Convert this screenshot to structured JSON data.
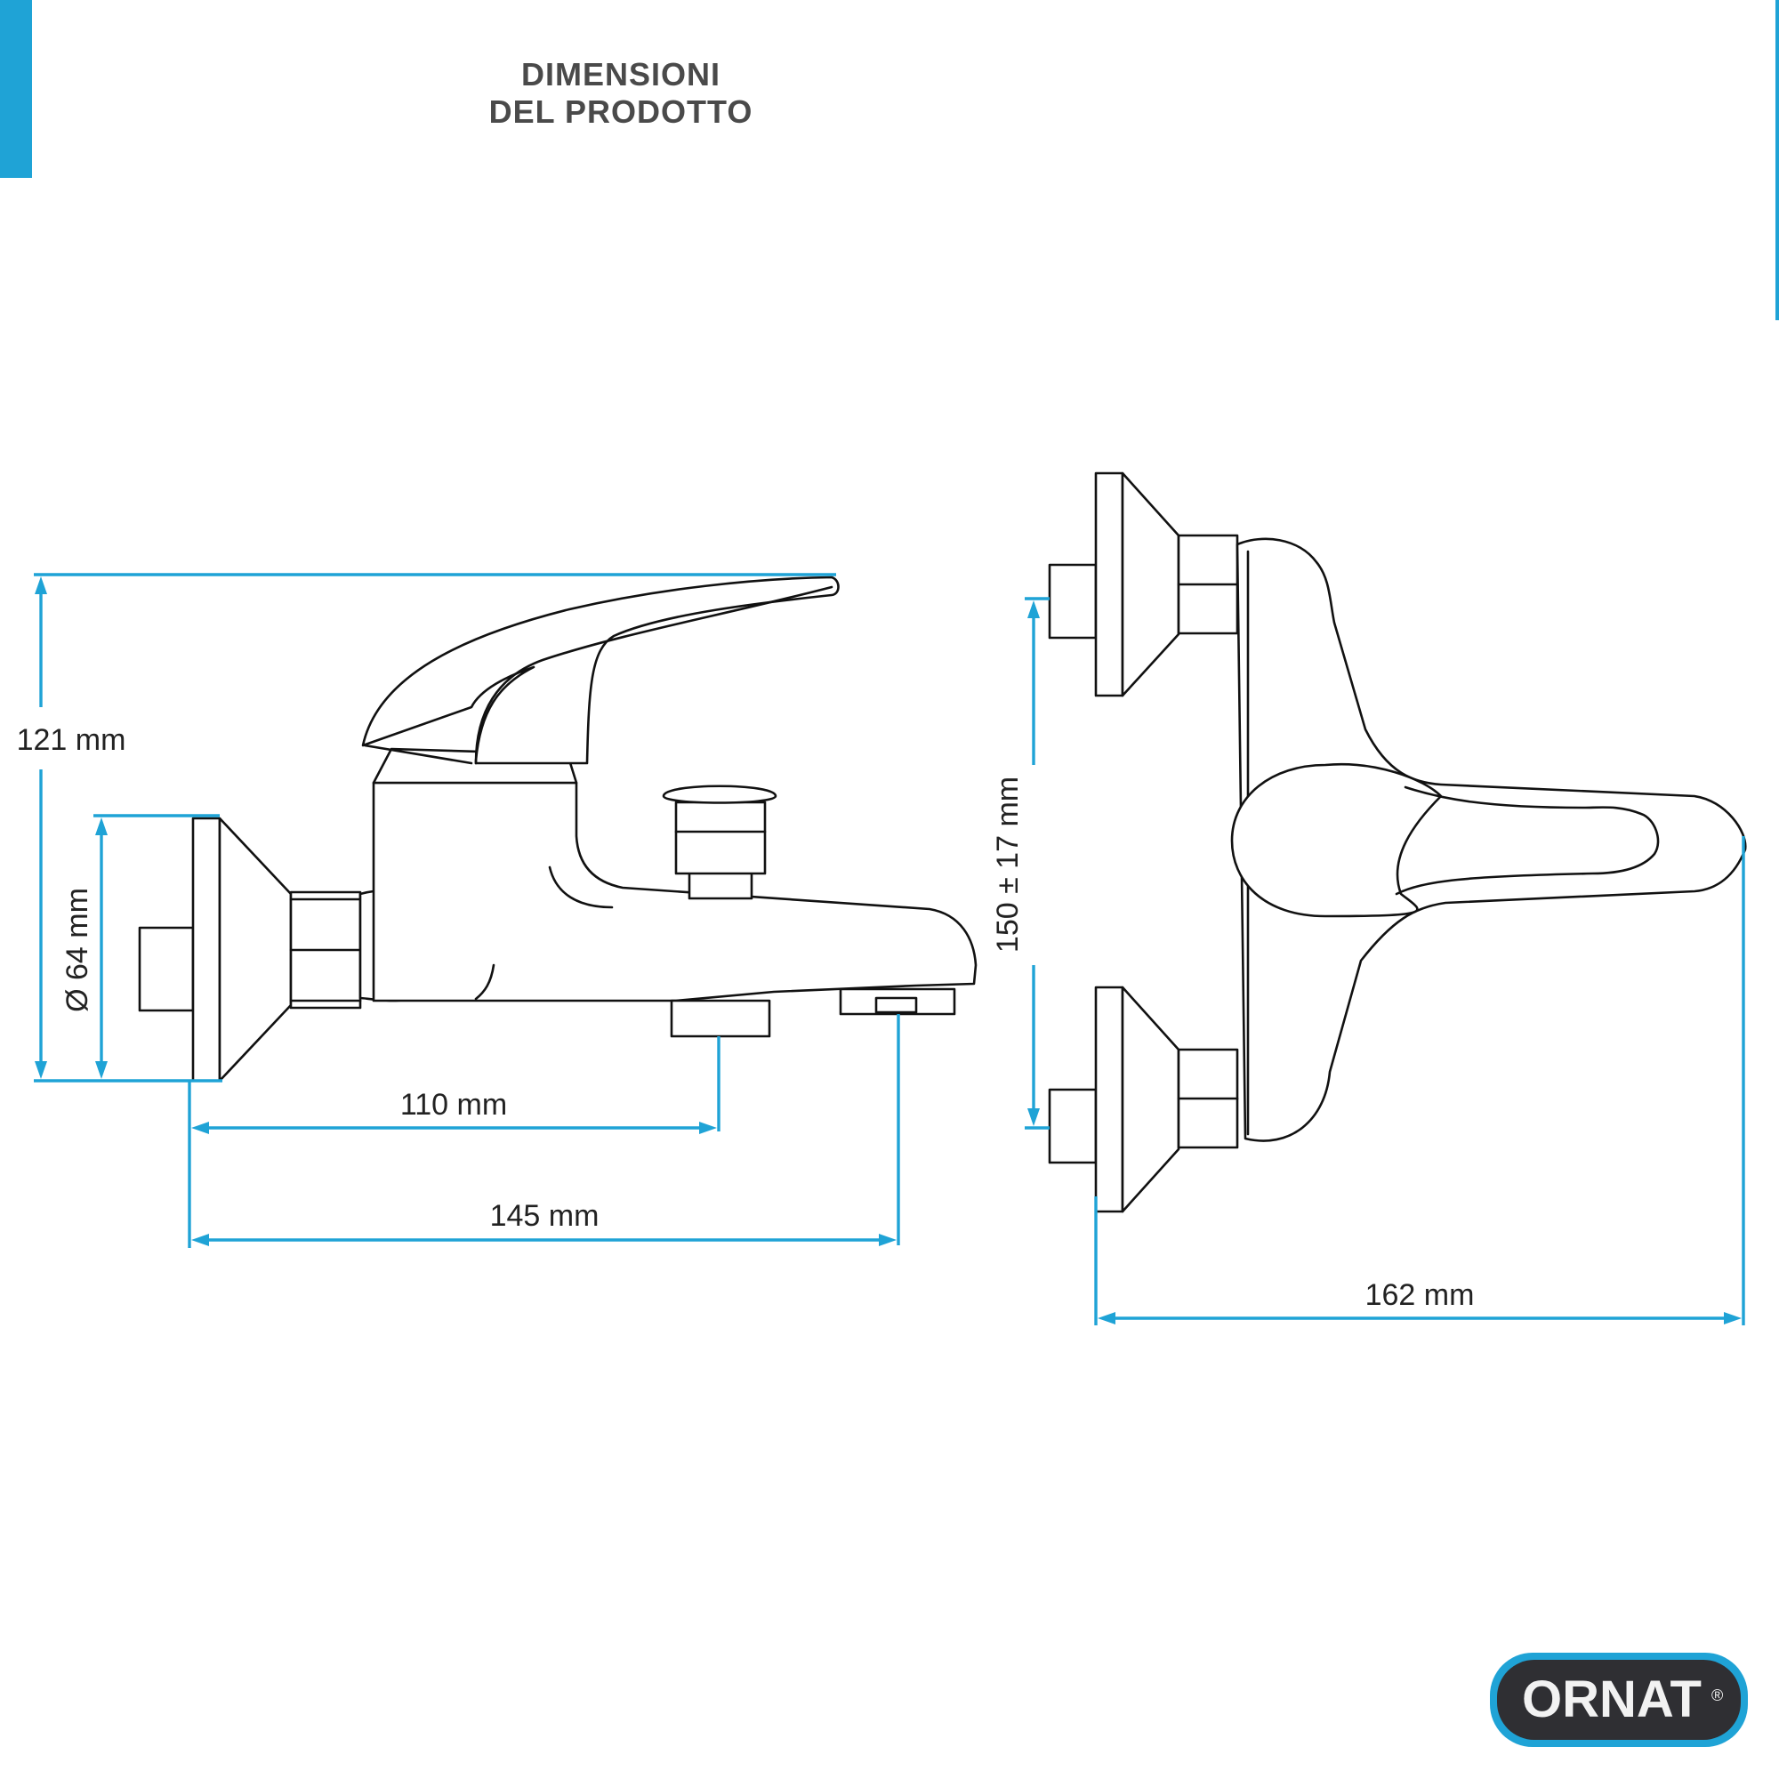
{
  "header": {
    "title_line1": "DIMENSIONI",
    "title_line2": "DEL PRODOTTO"
  },
  "dimensions": {
    "height": "121 mm",
    "flange_diameter": "Ø 64 mm",
    "spout_outlet_distance": "110 mm",
    "spout_total_length": "145 mm",
    "center_distance": "150 ± 17 mm",
    "total_width": "162 mm"
  },
  "brand": {
    "logo_text": "ORNAT",
    "registered_mark": "®"
  },
  "colors": {
    "accent": "#1fa3d6",
    "linework": "#111111",
    "title": "#4a4a4a"
  }
}
